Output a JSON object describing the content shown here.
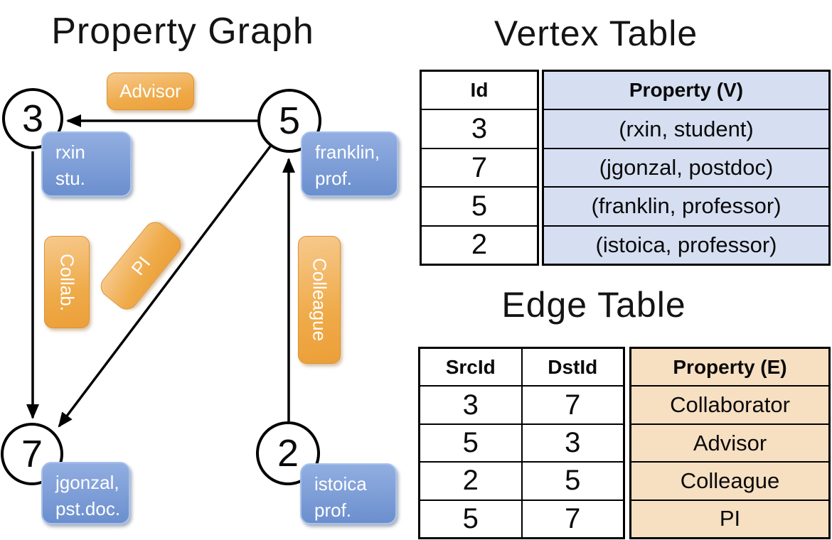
{
  "graph": {
    "title": "Property Graph",
    "nodes": [
      {
        "id": "3",
        "property_lines": [
          "rxin",
          "stu."
        ]
      },
      {
        "id": "5",
        "property_lines": [
          "franklin,",
          "prof."
        ]
      },
      {
        "id": "7",
        "property_lines": [
          "jgonzal,",
          "pst.doc."
        ]
      },
      {
        "id": "2",
        "property_lines": [
          "istoica",
          "prof."
        ]
      }
    ],
    "edges": [
      {
        "label": "Advisor",
        "from": "5",
        "to": "3"
      },
      {
        "label": "Collab.",
        "from": "3",
        "to": "7"
      },
      {
        "label": "PI",
        "from": "5",
        "to": "7"
      },
      {
        "label": "Colleague",
        "from": "2",
        "to": "5"
      }
    ]
  },
  "vertex_table": {
    "title": "Vertex Table",
    "columns": [
      "Id",
      "Property (V)"
    ],
    "rows": [
      [
        "3",
        "(rxin, student)"
      ],
      [
        "7",
        "(jgonzal, postdoc)"
      ],
      [
        "5",
        "(franklin, professor)"
      ],
      [
        "2",
        "(istoica, professor)"
      ]
    ]
  },
  "edge_table": {
    "title": "Edge Table",
    "columns": [
      "SrcId",
      "DstId",
      "Property (E)"
    ],
    "rows": [
      [
        "3",
        "7",
        "Collaborator"
      ],
      [
        "5",
        "3",
        "Advisor"
      ],
      [
        "2",
        "5",
        "Colleague"
      ],
      [
        "5",
        "7",
        "PI"
      ]
    ]
  },
  "colors": {
    "edge_label_fill": "#EFA843",
    "vertex_label_fill": "#7B9CD5",
    "vertex_table_fill": "#D6DFF2",
    "edge_table_fill": "#F7DFC2",
    "line_color": "#000000"
  }
}
